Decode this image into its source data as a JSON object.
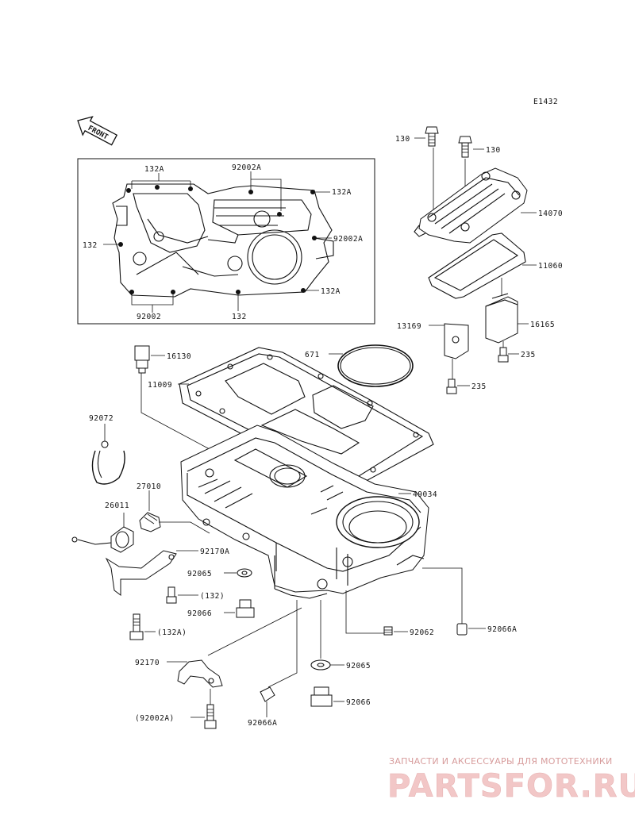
{
  "diagram_code": "E1432",
  "front_label": "FRONT",
  "labels": {
    "l130a": "130",
    "l130b": "130",
    "l14070": "14070",
    "l11060": "11060",
    "l13169": "13169",
    "l16165": "16165",
    "l235a": "235",
    "l235b": "235",
    "l132A_top": "132A",
    "l92002A_top": "92002A",
    "l132A_r1": "132A",
    "l132_left": "132",
    "l92002A_r": "92002A",
    "l132A_r2": "132A",
    "l92002_bot": "92002",
    "l132_bot": "132",
    "l16130": "16130",
    "l671": "671",
    "l11009": "11009",
    "l92072": "92072",
    "l27010": "27010",
    "l26011": "26011",
    "l49034": "49034",
    "l92170A": "92170A",
    "l92065a": "92065",
    "l132p": "(132)",
    "l92066a": "92066",
    "l132Ap": "(132A)",
    "l92062": "92062",
    "l92066A_r": "92066A",
    "l92170": "92170",
    "l92065b": "92065",
    "l92002Ap": "(92002A)",
    "l92066A_b": "92066A",
    "l92066b": "92066"
  },
  "watermark": {
    "top": "ЗАПЧАСТИ И АКСЕССУАРЫ ДЛЯ МОТОТЕХНИКИ",
    "brand": "PARTSFOR.RU"
  }
}
